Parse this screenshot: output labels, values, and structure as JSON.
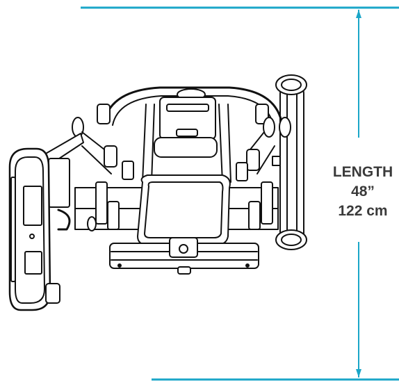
{
  "dimension": {
    "name": "LENGTH",
    "imperial": "48”",
    "metric": "122 cm"
  },
  "colors": {
    "dimension_line": "#1aa6c8",
    "outline": "#111111",
    "text": "#3a3a3a"
  },
  "icons": [
    "machine-top-view-drawing"
  ]
}
